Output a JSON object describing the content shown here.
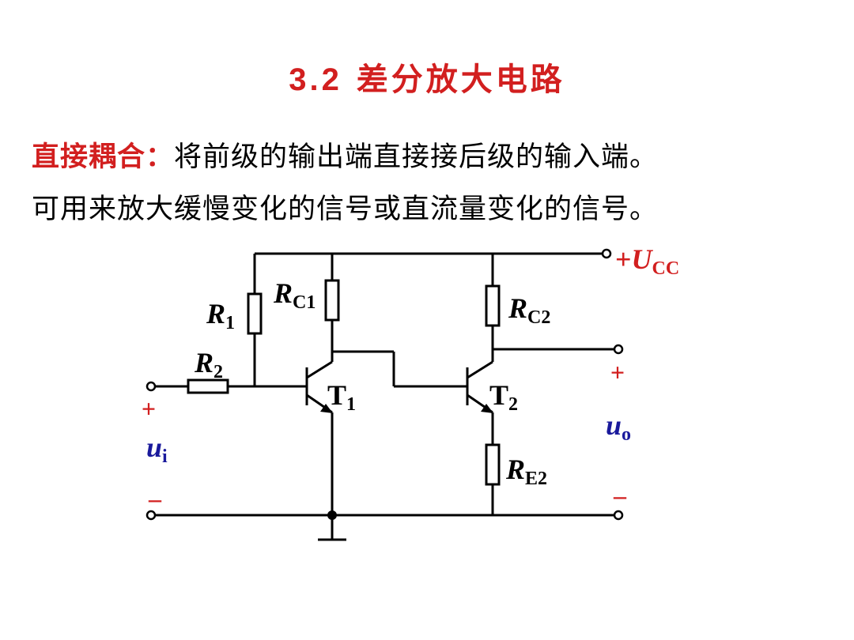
{
  "slide": {
    "title_number": "3.2",
    "title_text": "差分放大电路",
    "title_color": "#d21f1f",
    "keyword": "直接耦合：",
    "keyword_color": "#d21f1f",
    "line1_rest": "将前级的输出端直接接后级的输入端。",
    "line2": "可用来放大缓慢变化的信号或直流量变化的信号。"
  },
  "circuit": {
    "supply": {
      "plus": "+",
      "symbol": "U",
      "sub": "CC",
      "color": "#d21f1f"
    },
    "R1": {
      "main": "R",
      "sub": "1"
    },
    "R2": {
      "main": "R",
      "sub": "2"
    },
    "RC1": {
      "main": "R",
      "sub": "C1"
    },
    "RC2": {
      "main": "R",
      "sub": "C2"
    },
    "RE2": {
      "main": "R",
      "sub": "E2"
    },
    "T1": {
      "main": "T",
      "sub": "1"
    },
    "T2": {
      "main": "T",
      "sub": "2"
    },
    "input": {
      "plus": "+",
      "minus": "–",
      "main": "u",
      "sub": "i",
      "color": "#1a1a9c"
    },
    "output": {
      "plus": "+",
      "minus": "–",
      "main": "u",
      "sub": "o",
      "color": "#1a1a9c"
    },
    "sign_color": "#d21f1f"
  }
}
